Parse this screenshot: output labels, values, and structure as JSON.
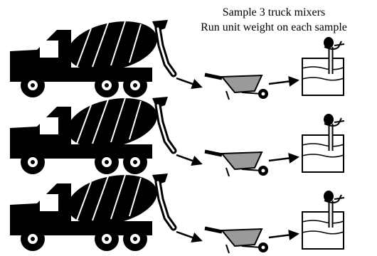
{
  "caption": {
    "line1": "Sample 3 truck mixers",
    "line2": "Run unit weight on each sample"
  },
  "rows": [
    {
      "id": "row-1"
    },
    {
      "id": "row-2"
    },
    {
      "id": "row-3"
    }
  ],
  "icons": {
    "truck": "concrete-mixer-truck-icon",
    "wheelbarrow": "wheelbarrow-icon",
    "container": "unit-weight-container-icon",
    "arrow": "arrow-right-icon"
  },
  "colors": {
    "ink": "#000000",
    "paper": "#ffffff",
    "shade": "#9a9a9a"
  }
}
